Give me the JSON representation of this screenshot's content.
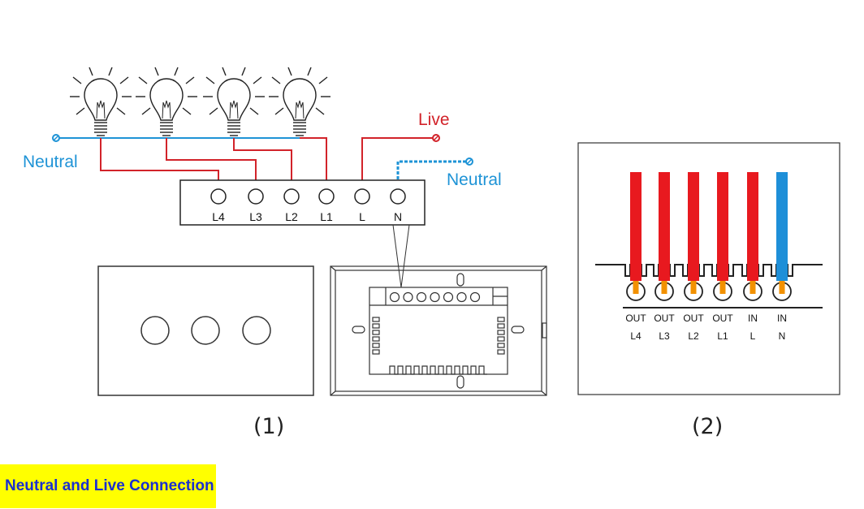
{
  "wiring": {
    "neutral_left_label": "Neutral",
    "neutral_right_label": "Neutral",
    "live_label": "Live",
    "terminals": [
      "L4",
      "L3",
      "L2",
      "L1",
      "L",
      "N"
    ],
    "bulb_count": 4
  },
  "panel_front": {
    "button_count": 3
  },
  "captions": {
    "diagram1": "(1)",
    "diagram2": "(2)"
  },
  "terminal_block": {
    "wires": [
      {
        "type": "OUT",
        "terminal": "L4",
        "color": "#e8191f"
      },
      {
        "type": "OUT",
        "terminal": "L3",
        "color": "#e8191f"
      },
      {
        "type": "OUT",
        "terminal": "L2",
        "color": "#e8191f"
      },
      {
        "type": "OUT",
        "terminal": "L1",
        "color": "#e8191f"
      },
      {
        "type": "IN",
        "terminal": "L",
        "color": "#e8191f"
      },
      {
        "type": "IN",
        "terminal": "N",
        "color": "#1e8fd8"
      }
    ]
  },
  "banner": {
    "text": "Neutral and Live Connection"
  },
  "colors": {
    "live": "#d2232a",
    "neutral": "#1e93d6",
    "banner_bg": "#ffff00",
    "banner_text": "#1a2fd0",
    "wire_core": "#f29100"
  }
}
